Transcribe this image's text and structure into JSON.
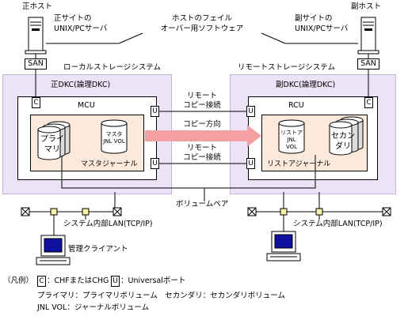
{
  "primary_host": {
    "title": "正ホスト",
    "server_line1": "正サイトの",
    "server_line2": "UNIX/PCサーバ",
    "san": "SAN"
  },
  "secondary_host": {
    "title": "副ホスト",
    "server_line1": "副サイトの",
    "server_line2": "UNIX/PCサーバ",
    "san": "SAN"
  },
  "failover_software": {
    "line1": "ホストのフェイル",
    "line2": "オーバー用ソフトウェア"
  },
  "local_storage": {
    "label": "ローカルストレージシステム",
    "dkc": "正DKC(論理DKC)",
    "mcu": "MCU",
    "port_c": "C",
    "primary_vol_line1": "プライ",
    "primary_vol_line2": "マリ",
    "master_jnl_line1": "マスタ",
    "master_jnl_line2": "JNL VOL",
    "journal_label": "マスタジャーナル"
  },
  "remote_storage": {
    "label": "リモートストレージシステム",
    "dkc": "副DKC(論理DKC)",
    "rcu": "RCU",
    "port_c": "C",
    "restore_jnl_line1": "リストア",
    "restore_jnl_line2": "JNL",
    "restore_jnl_line3": "VOL",
    "secondary_vol_line1": "セカン",
    "secondary_vol_line2": "ダリ",
    "journal_label": "リストアジャーナル"
  },
  "links": {
    "remote_copy_top_line1": "リモート",
    "remote_copy_top_line2": "コピー接続",
    "copy_direction": "コピー方向",
    "remote_copy_bottom_line1": "リモート",
    "remote_copy_bottom_line2": "コピー接続",
    "port_u": "U",
    "volume_pair": "ボリュームペア"
  },
  "lan": {
    "left": "システム内部LAN(TCP/IP)",
    "right": "システム内部LAN(TCP/IP)",
    "mgmt_client": "管理クライアント"
  },
  "legend": {
    "title": "（凡例）",
    "c_mark": "C",
    "c_desc": "：CHFまたはCHG",
    "u_mark": "U",
    "u_desc": "：Universalポート",
    "line2": "プライマリ：プライマリボリューム　セカンダリ：セカンダリボリューム",
    "line3": "JNL VOL：ジャーナルボリューム"
  },
  "colors": {
    "storage_bg": "#ece4f6",
    "storage_border": "#c4b4dc",
    "journal_bg": "#fbe9dc",
    "arrow": "#f5a0a0",
    "vol_fill": "#dcdcdc"
  }
}
